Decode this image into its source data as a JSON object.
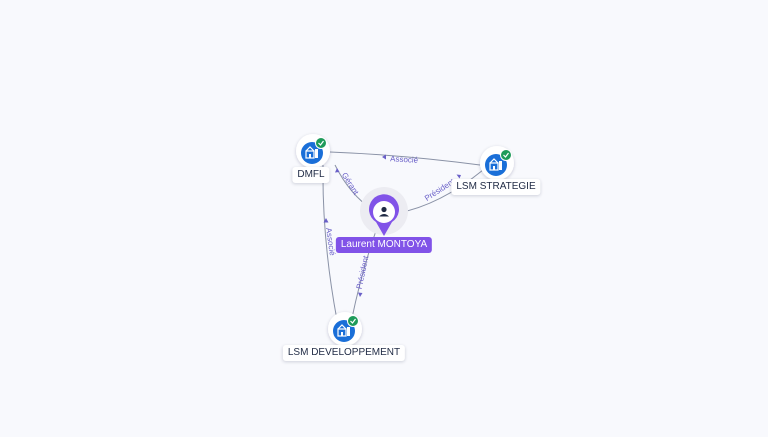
{
  "graph": {
    "person": {
      "name": "Laurent MONTOYA",
      "icon": "person-icon"
    },
    "companies": [
      {
        "id": "dmfl",
        "name": "DMFL",
        "icon": "company-building-icon",
        "verified": true
      },
      {
        "id": "strategie",
        "name": "LSM STRATEGIE",
        "icon": "company-building-icon",
        "verified": true
      },
      {
        "id": "developpement",
        "name": "LSM DEVELOPPEMENT",
        "icon": "company-building-icon",
        "verified": true
      }
    ],
    "relations": [
      {
        "from": "strategie",
        "to": "dmfl",
        "label": "Associé"
      },
      {
        "from": "person",
        "to": "dmfl",
        "label": "Gérant"
      },
      {
        "from": "person",
        "to": "strategie",
        "label": "Président"
      },
      {
        "from": "person",
        "to": "developpement",
        "label": "Président"
      },
      {
        "from": "developpement",
        "to": "dmfl",
        "label": "Associé"
      }
    ]
  },
  "colors": {
    "accent": "#8153e8",
    "company": "#1a6fd8",
    "verified": "#1e9b5a",
    "edge": "#8a92a6",
    "edge_label": "#6a60c8",
    "background": "#f8f9fd"
  }
}
